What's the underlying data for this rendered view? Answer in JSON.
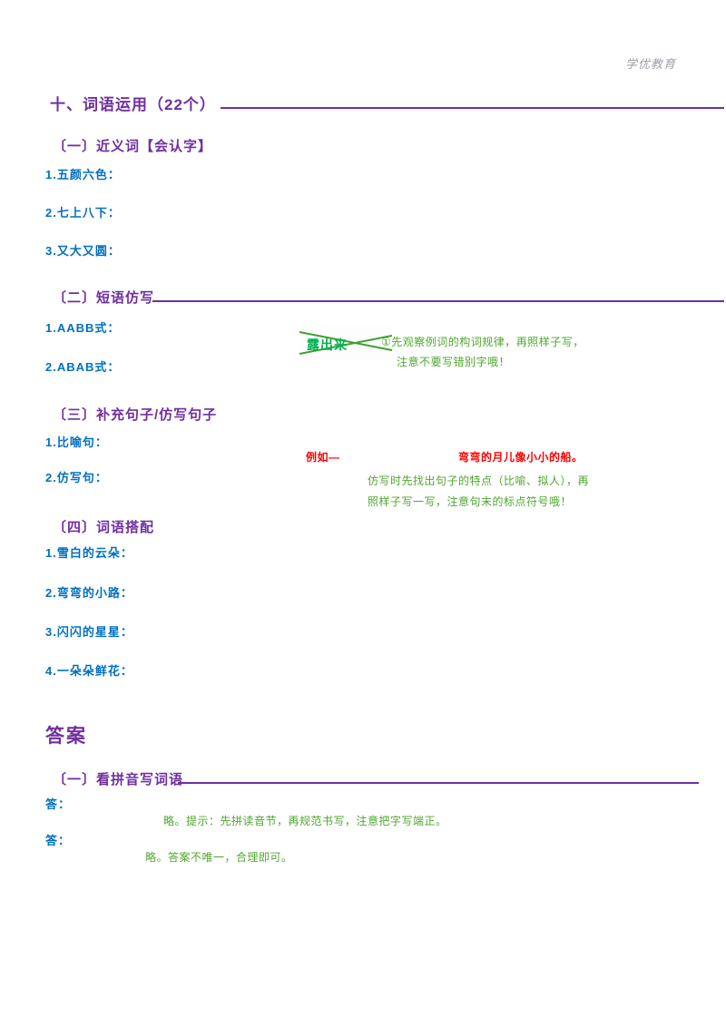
{
  "watermark": "学优教育",
  "title": "十、词语运用（22个）",
  "sec1": {
    "label": "〔一〕近义词【会认字】",
    "items": [
      "1.五颜六色：",
      "2.七上八下：",
      "3.又大又圆："
    ]
  },
  "sec2": {
    "label": "〔二〕短语仿写",
    "item1": "1.AABB式：",
    "item2": "2.ABAB式：",
    "callout": "露出来",
    "note1": "①先观察例词的构词规律，再照样子写，",
    "note2": "注意不要写错别字哦！"
  },
  "sec3": {
    "label": "〔三〕补充句子/仿写句子",
    "item1": "1.比喻句：",
    "item2": "2.仿写句：",
    "red_label": "例如—",
    "red_text": "弯弯的月儿像小小的船。",
    "green1": "仿写时先找出句子的特点（比喻、拟人），再",
    "green2": "照样子写一写，注意句末的标点符号哦！"
  },
  "sec4": {
    "label": "〔四〕词语搭配",
    "items": [
      "1.雪白的云朵：",
      "2.弯弯的小路：",
      "3.闪闪的星星：",
      "4.一朵朵鲜花："
    ]
  },
  "answers": {
    "title": "答案",
    "sec_label": "〔一〕看拼音写词语",
    "a1_label": "答：",
    "a1_text": "略。提示：先拼读音节，再规范书写，注意把字写端正。",
    "a2_label": "答：",
    "a2_text": "略。答案不唯一，合理即可。"
  }
}
